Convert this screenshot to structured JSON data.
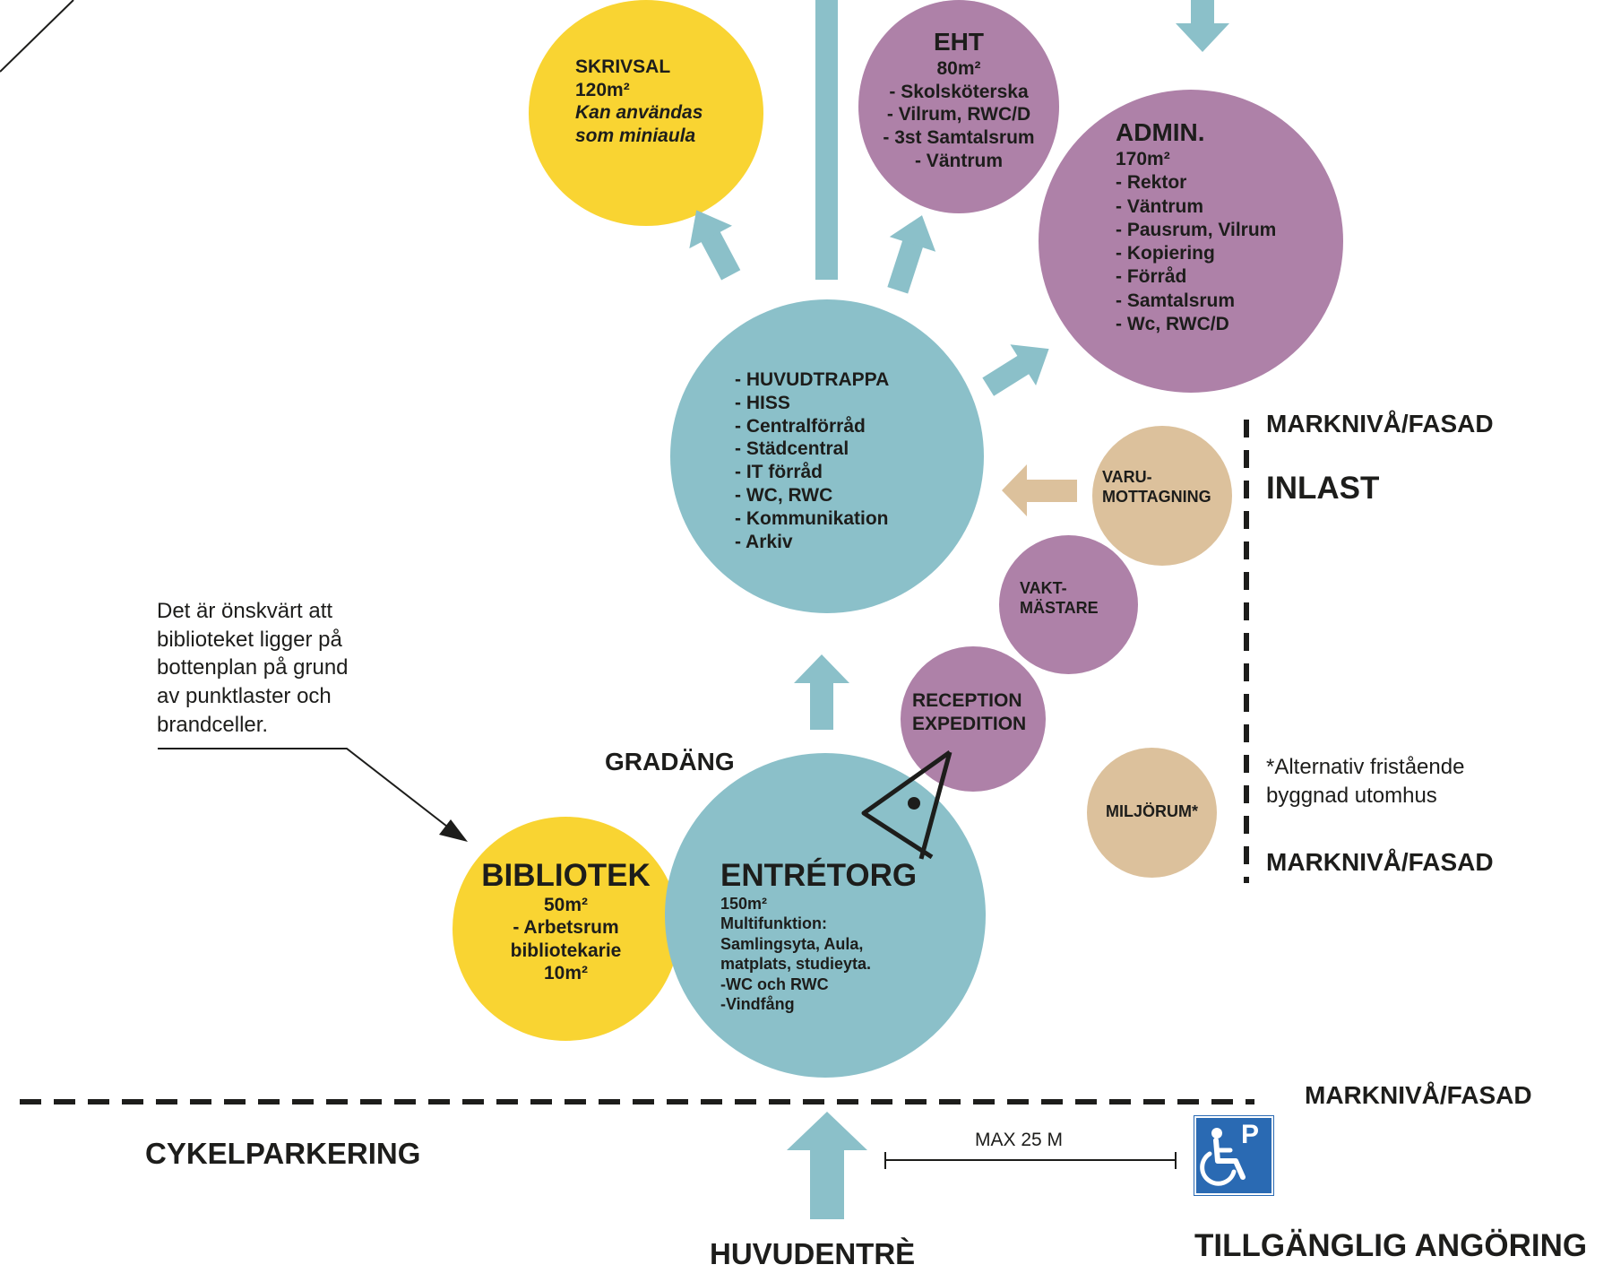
{
  "colors": {
    "yellow": "#f9d432",
    "purple": "#ae81a8",
    "teal": "#8bc0c9",
    "tan": "#dcc19c",
    "parking_blue": "#2a6ab3"
  },
  "skrivsal": {
    "title": "SKRIVSAL",
    "area": "120m²",
    "note1": "Kan användas",
    "note2": "som miniaula"
  },
  "eht": {
    "title": "EHT",
    "area": "80m²",
    "items": [
      "- Skolsköterska",
      "- Vilrum, RWC/D",
      "- 3st Samtalsrum",
      "- Väntrum"
    ]
  },
  "admin": {
    "title": "ADMIN.",
    "area": "170m²",
    "items": [
      "- Rektor",
      "- Väntrum",
      "- Pausrum, Vilrum",
      "- Kopiering",
      "- Förråd",
      "- Samtalsrum",
      "- Wc, RWC/D"
    ]
  },
  "central": {
    "items": [
      "- HUVUDTRAPPA",
      "- HISS",
      "- Centralförråd",
      "- Städcentral",
      "- IT förråd",
      "- WC, RWC",
      "- Kommunikation",
      "- Arkiv"
    ]
  },
  "varumottagning": {
    "line1": "VARU-",
    "line2": "MOTTAGNING"
  },
  "vaktmastare": {
    "line1": "VAKT-",
    "line2": "MÄSTARE"
  },
  "reception": {
    "line1": "RECEPTION",
    "line2": "EXPEDITION"
  },
  "miljorum": {
    "label": "MILJÖRUM*"
  },
  "bibliotek": {
    "title": "BIBLIOTEK",
    "area": "50m²",
    "line1": "- Arbetsrum",
    "line2": "bibliotekarie",
    "line3": "10m²"
  },
  "entretorg": {
    "title": "ENTRÉTORG",
    "area": "150m²",
    "items": [
      "Multifunktion:",
      "Samlingsyta, Aula,",
      "matplats, studieyta.",
      "-WC och RWC",
      "-Vindfång"
    ]
  },
  "annotation": [
    "Det är önskvärt att",
    "biblioteket ligger på",
    "bottenplan på grund",
    "av punktlaster och",
    "brandceller."
  ],
  "labels": {
    "gradang": "GRADÄNG",
    "marknivå_top": "MARKNIVÅ/FASAD",
    "inlast": "INLAST",
    "alternativ1": "*Alternativ fristående",
    "alternativ2": "byggnad utomhus",
    "marknivå_mid": "MARKNIVÅ/FASAD",
    "marknivå_bottom": "MARKNIVÅ/FASAD",
    "cykelparkering": "CYKELPARKERING",
    "max": "MAX 25 M",
    "huvudentre": "HUVUDENTRÈ",
    "angoring": "TILLGÄNGLIG ANGÖRING",
    "parking_letter": "P"
  },
  "icons": [
    "eye-icon",
    "wheelchair-parking-icon"
  ]
}
